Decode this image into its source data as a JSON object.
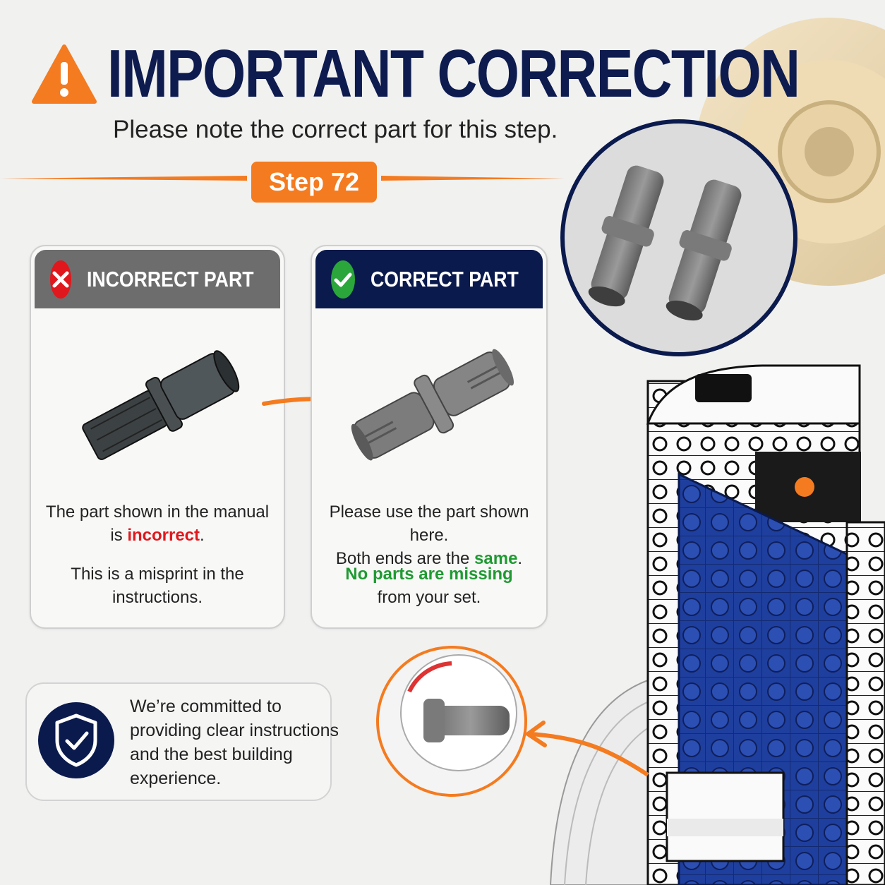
{
  "header": {
    "title": "IMPORTANT CORRECTION",
    "subtitle": "Please note the correct part for this step.",
    "step_badge": "Step 72",
    "warning_color": "#f47b1f",
    "title_color": "#0d1b4f"
  },
  "incorrect": {
    "label": "INCORRECT PART",
    "line1": "The part shown in the manual",
    "line2_prefix": "is ",
    "line2_emph": "incorrect",
    "line2_suffix": ".",
    "note_line1": "This is a misprint in the",
    "note_line2": "instructions.",
    "icon": "x-circle-icon",
    "color": "#e0171c"
  },
  "correct": {
    "label": "CORRECT PART",
    "line1": "Please use the part shown here.",
    "line2_prefix": "Both ends are the ",
    "line2_emph": "same",
    "line2_suffix": ".",
    "note_emph": "No parts are missing",
    "note_line2": "from your set.",
    "icon": "check-circle-icon",
    "color": "#1f9a32"
  },
  "commitment": {
    "line1": "We’re committed to",
    "line2": "providing clear instructions",
    "line3": "and the best building",
    "line4": "experience.",
    "icon": "shield-check-icon"
  }
}
